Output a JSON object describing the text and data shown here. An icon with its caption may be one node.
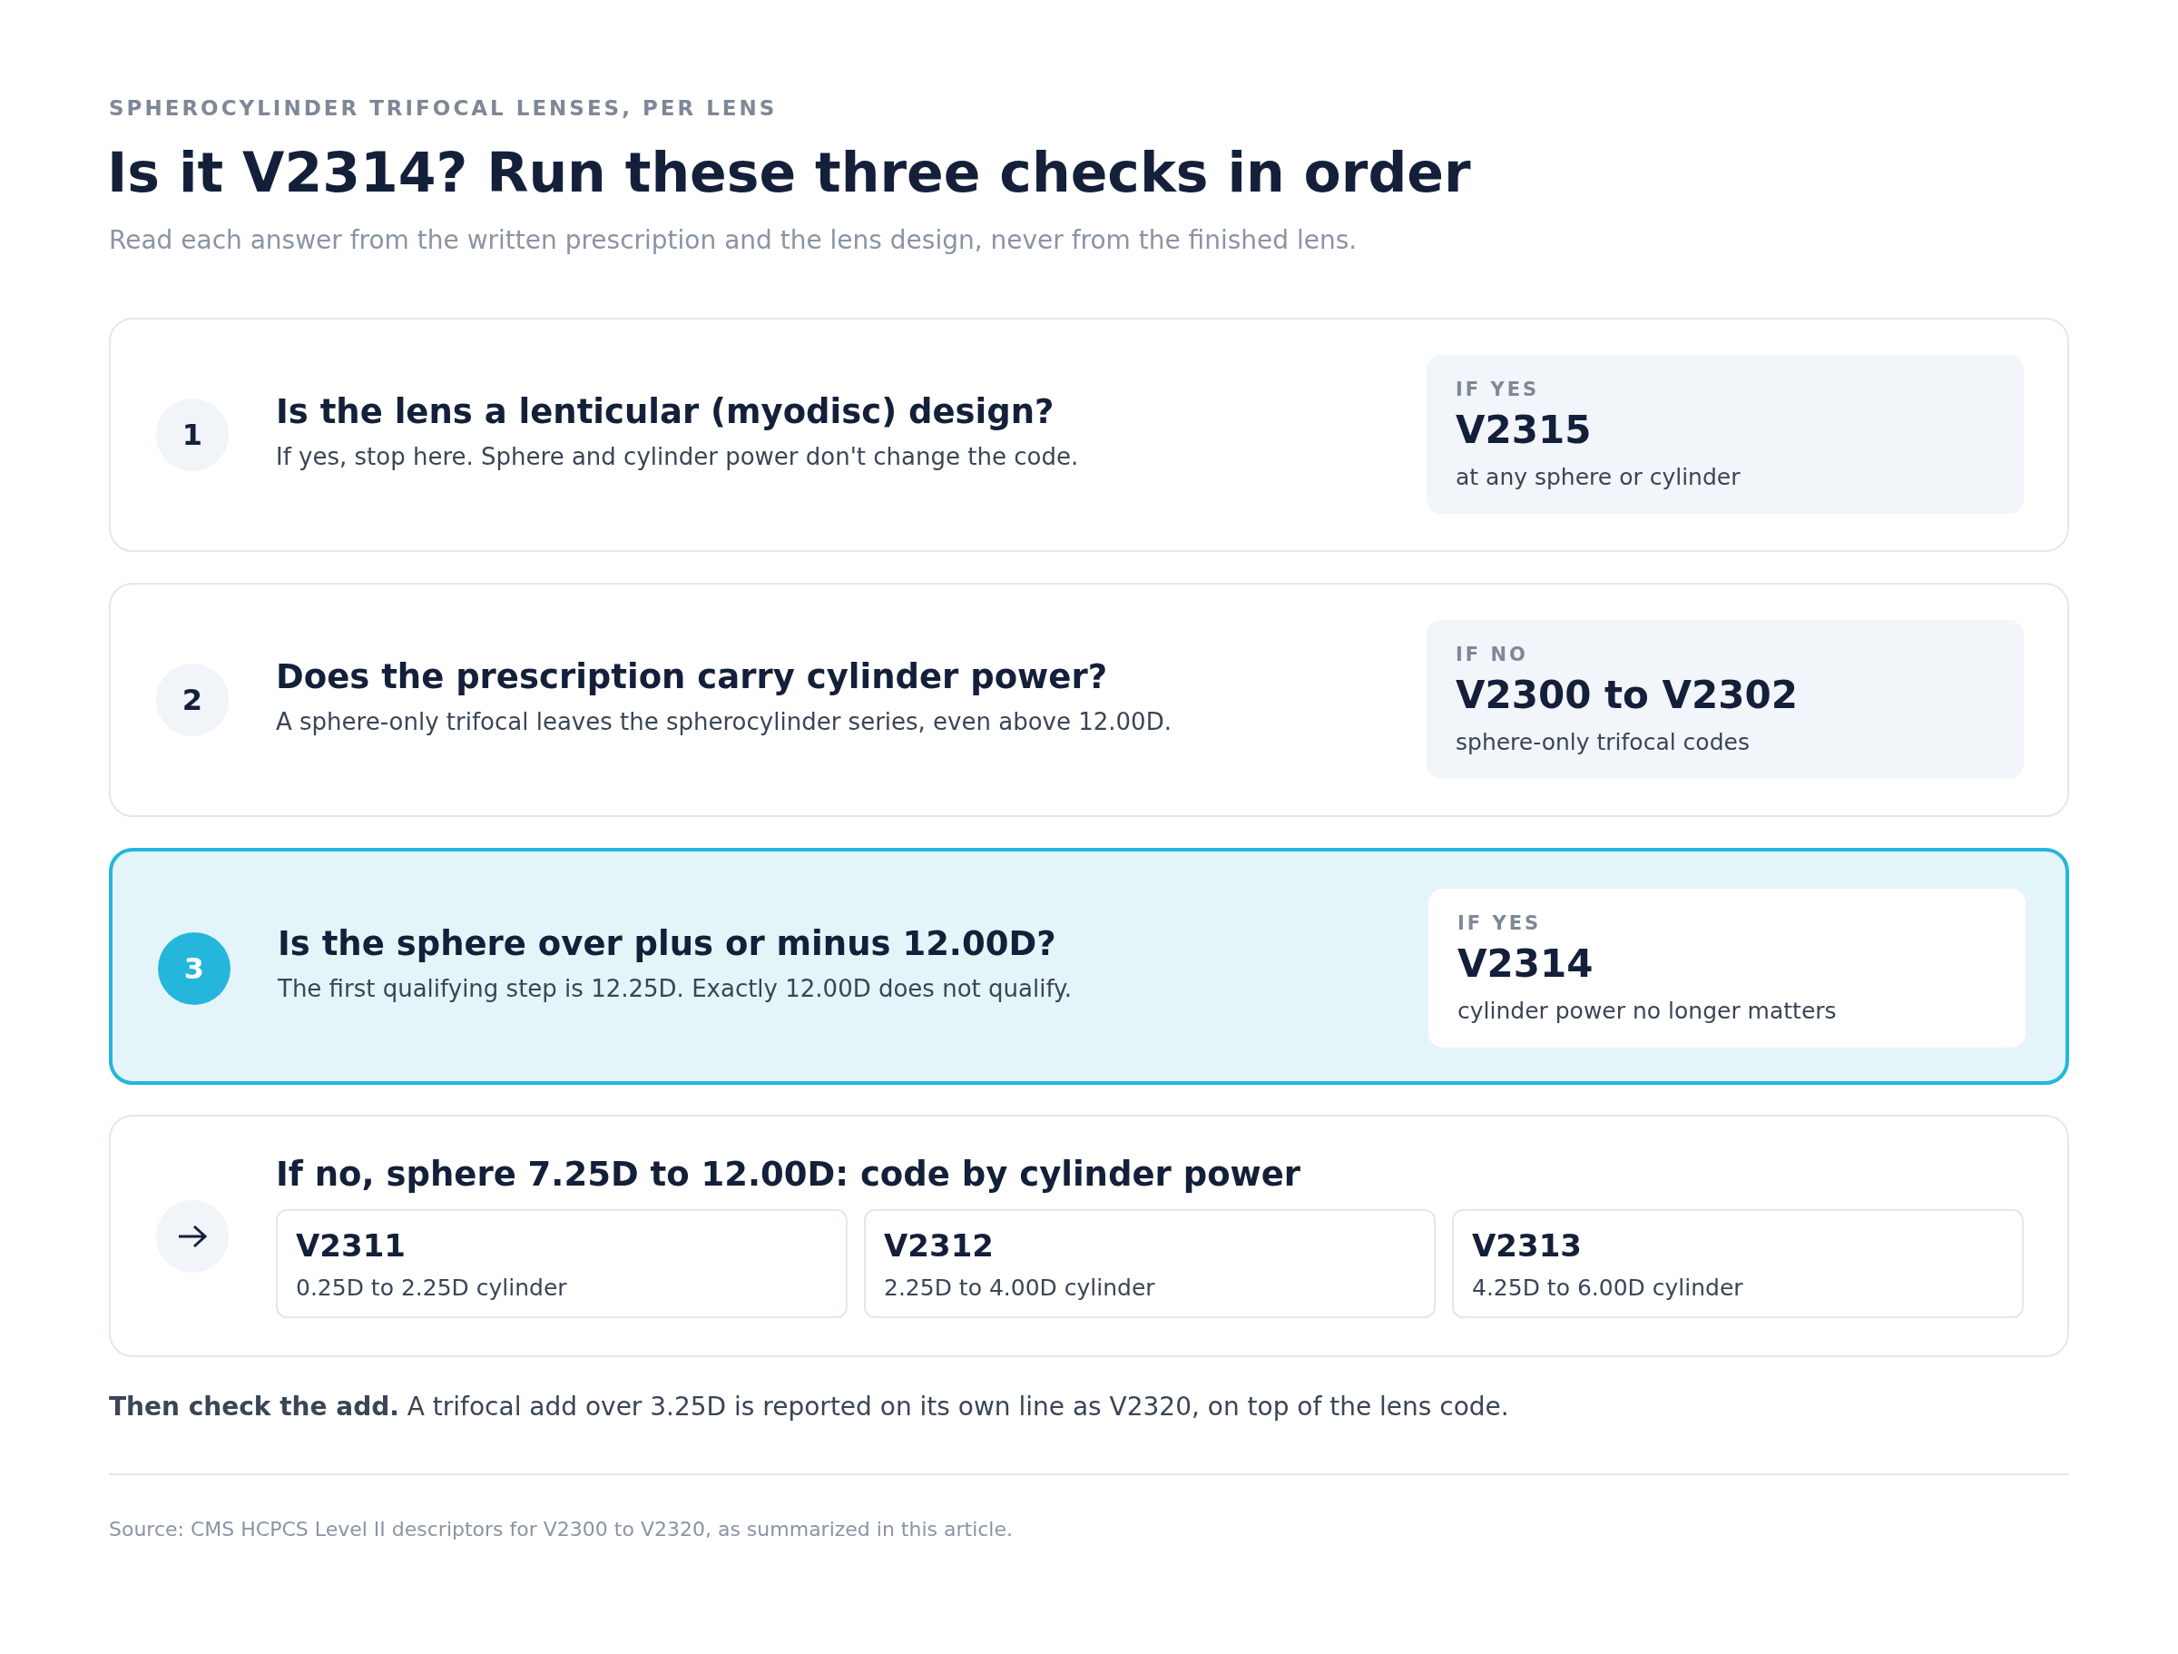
{
  "diagram": {
    "title": "Is it V2314? Run these three checks in order",
    "nodes": [
      {
        "text": [
          "Is the lens a lenticular (myodisc) design?",
          "If yes, stop here. Sphere and cylinder power don't change the code."
        ]
      },
      {
        "text": [
          "1"
        ],
        "in": 0
      },
      {
        "text": [
          "IF YES",
          "V2315",
          "at any sphere or cylinder"
        ],
        "in": 0
      },
      {
        "text": [
          "Does the prescription carry cylinder power?",
          "A sphere-only trifocal leaves the spherocylinder series, even above 12.00D."
        ]
      },
      {
        "text": [
          "2"
        ],
        "in": 3
      },
      {
        "text": [
          "IF NO",
          "V2300 to V2302",
          "sphere-only trifocal codes"
        ],
        "in": 3
      },
      {
        "text": [
          "Is the sphere over plus or minus 12.00D?",
          "The first qualifying step is 12.25D. Exactly 12.00D does not qualify."
        ]
      },
      {
        "text": [
          "3"
        ],
        "in": 6
      },
      {
        "text": [
          "IF YES",
          "V2314",
          "cylinder power no longer matters"
        ],
        "in": 6
      },
      {
        "text": [
          "If no, sphere 7.25D to 12.00D: code by cylinder power"
        ]
      },
      {
        "text": [],
        "shape": "circle",
        "in": 9
      },
      {
        "text": [
          "V2311",
          "0.25D to 2.25D cylinder"
        ],
        "in": 9
      },
      {
        "text": [
          "V2312",
          "2.25D to 4.00D cylinder"
        ],
        "in": 9
      },
      {
        "text": [
          "V2313",
          "4.25D to 6.00D cylinder"
        ],
        "in": 9
      }
    ],
    "edges": [],
    "labels": [
      "SPHEROCYLINDER TRIFOCAL LENSES, PER LENS",
      "Read each answer from the written prescription and the lens design, never from the finished lens.",
      "**Then check the add.** A trifocal add over 3.25D is reported on its own line as V2320, on top of the lens code.",
      "Source: CMS HCPCS Level II descriptors for V2300 to V2320, as summarized in this article."
    ]
  }
}
